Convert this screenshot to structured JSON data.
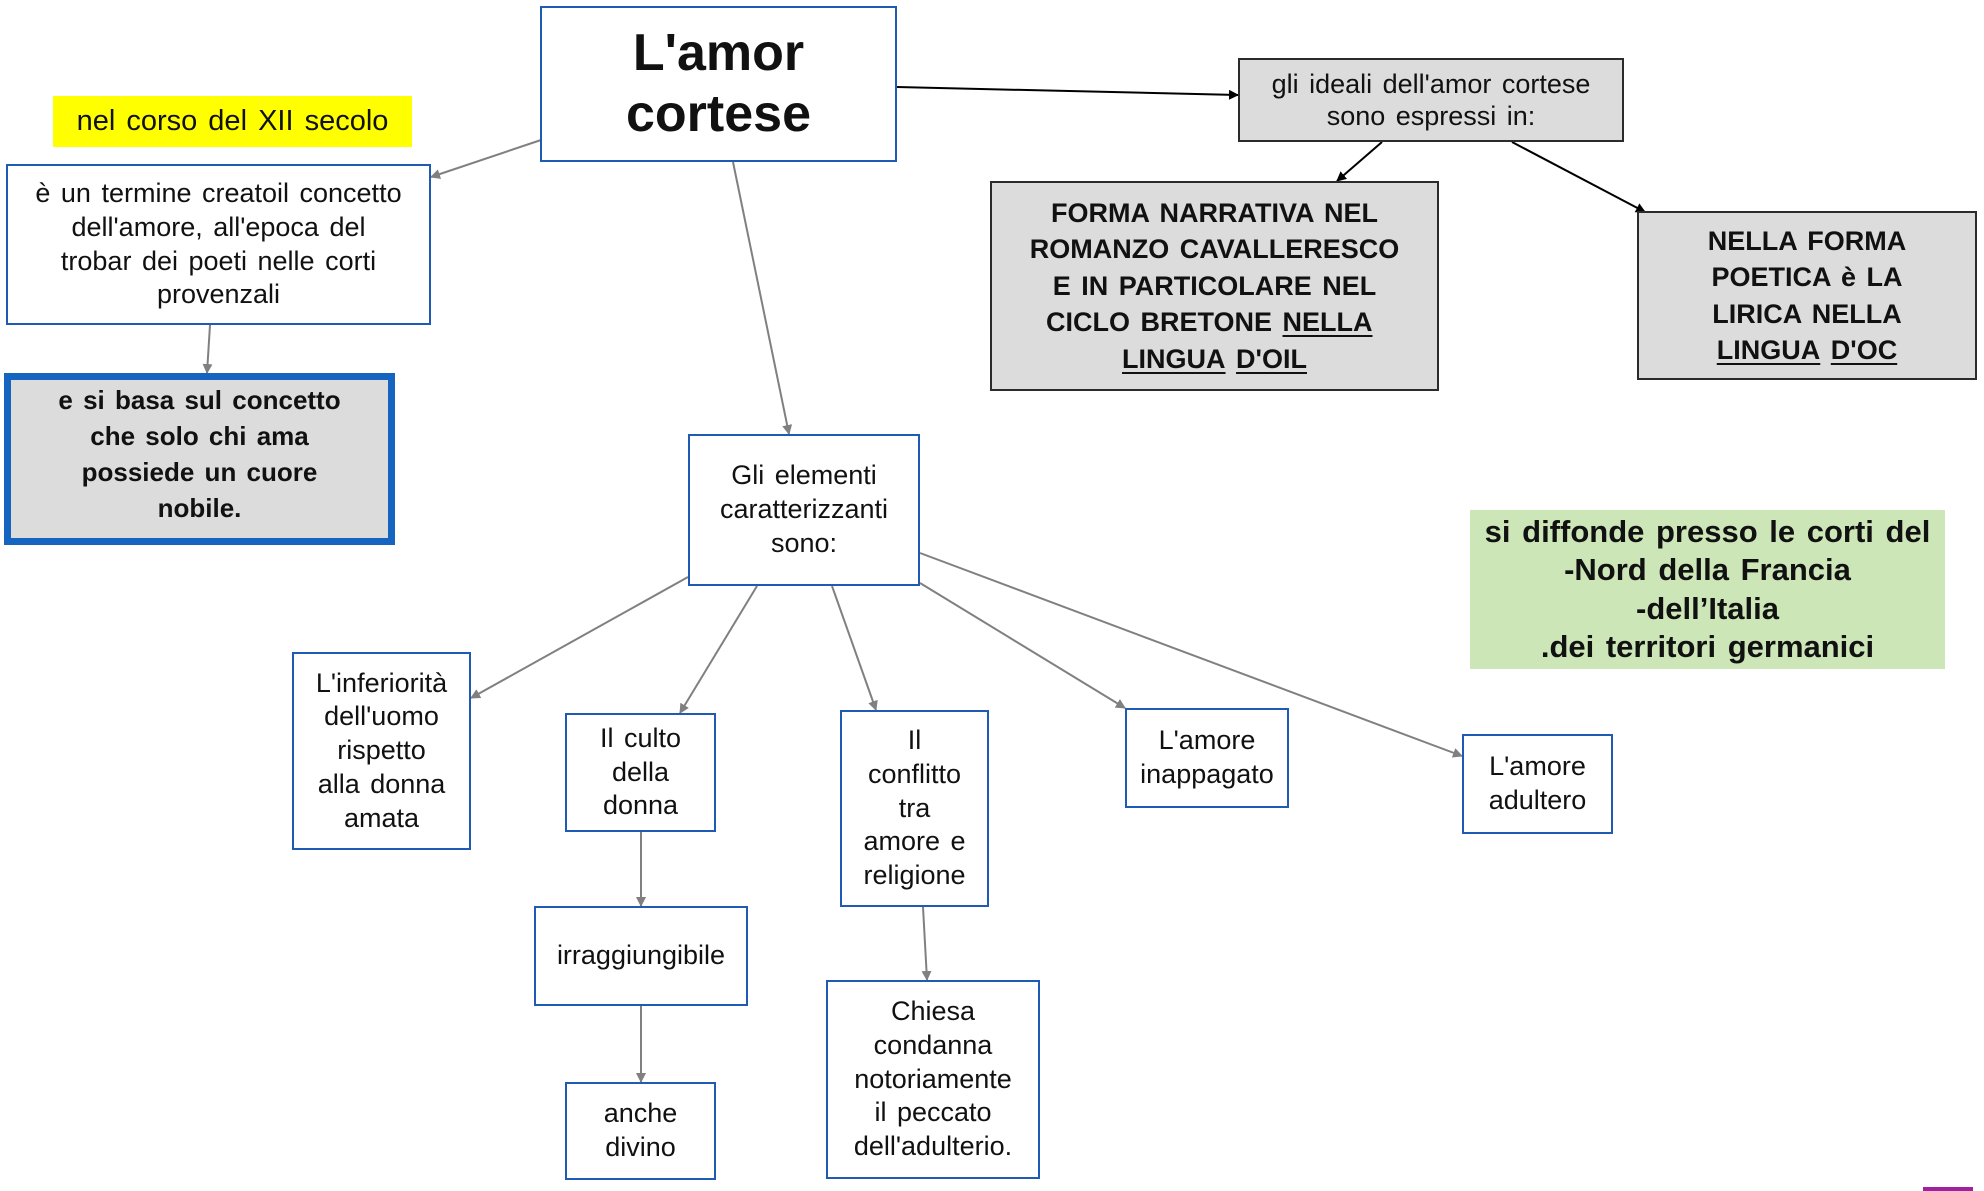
{
  "diagram": {
    "title": "L'amor\ncortese",
    "nodes": {
      "yellow_label": "nel corso del XII secolo",
      "termine": "è un termine creatoil concetto\ndell'amore, all'epoca del\ntrobar dei poeti nelle corti\nprovenzali",
      "basa": "e si basa sul concetto\nche solo chi ama\npossiede un cuore\nnobile.",
      "ideali": "gli ideali dell'amor cortese\nsono espressi in:",
      "forma": {
        "text": "FORMA NARRATIVA NEL\nROMANZO CAVALLERESCO\nE IN PARTICOLARE NEL\nCICLO BRETONE ",
        "underlined_1": "NELLA",
        "underlined_2": "LINGUA",
        "underlined_3": "D'OIL"
      },
      "nella": {
        "text": "NELLA FORMA\nPOETICA è LA\nLIRICA NELLA\n",
        "underlined_1": "LINGUA",
        "underlined_2": "D'OC"
      },
      "green": "si diffonde presso le corti del\n-Nord della Francia\n-dell’Italia\n.dei territori germanici",
      "elementi": "Gli elementi\ncaratterizzanti\nsono:",
      "inferiorita": "L'inferiorità\ndell'uomo\nrispetto\nalla donna\namata",
      "culto": "Il culto\ndella\ndonna",
      "conflitto": "Il\nconflitto\ntra\namore e\nreligione",
      "inappagato": "L'amore\ninappagato",
      "adultero": "L'amore\nadultero",
      "irraggiungibile": "irraggiungibile",
      "anche_divino": "anche\ndivino",
      "chiesa": "Chiesa\ncondanna\nnotoriamente\nil peccato\ndell'adulterio."
    },
    "edges": [
      {
        "from": "title",
        "to": "termine",
        "color": "#808080"
      },
      {
        "from": "title",
        "to": "ideali",
        "color": "#000000"
      },
      {
        "from": "ideali",
        "to": "forma",
        "color": "#000000"
      },
      {
        "from": "ideali",
        "to": "nella",
        "color": "#000000"
      },
      {
        "from": "termine",
        "to": "basa",
        "color": "#808080"
      },
      {
        "from": "title",
        "to": "elementi",
        "color": "#808080"
      },
      {
        "from": "elementi",
        "to": "inferiorita",
        "color": "#808080"
      },
      {
        "from": "elementi",
        "to": "culto",
        "color": "#808080"
      },
      {
        "from": "elementi",
        "to": "conflitto",
        "color": "#808080"
      },
      {
        "from": "elementi",
        "to": "inappagato",
        "color": "#808080"
      },
      {
        "from": "elementi",
        "to": "adultero",
        "color": "#808080"
      },
      {
        "from": "culto",
        "to": "irraggiungibile",
        "color": "#808080"
      },
      {
        "from": "irraggiungibile",
        "to": "anche_divino",
        "color": "#808080"
      },
      {
        "from": "conflitto",
        "to": "chiesa",
        "color": "#808080"
      }
    ],
    "colors": {
      "node_border": "#1f5bb5",
      "highlight_yellow": "#ffff00",
      "green_box": "#cce6b8",
      "gray_box": "#dcdcdc"
    }
  }
}
